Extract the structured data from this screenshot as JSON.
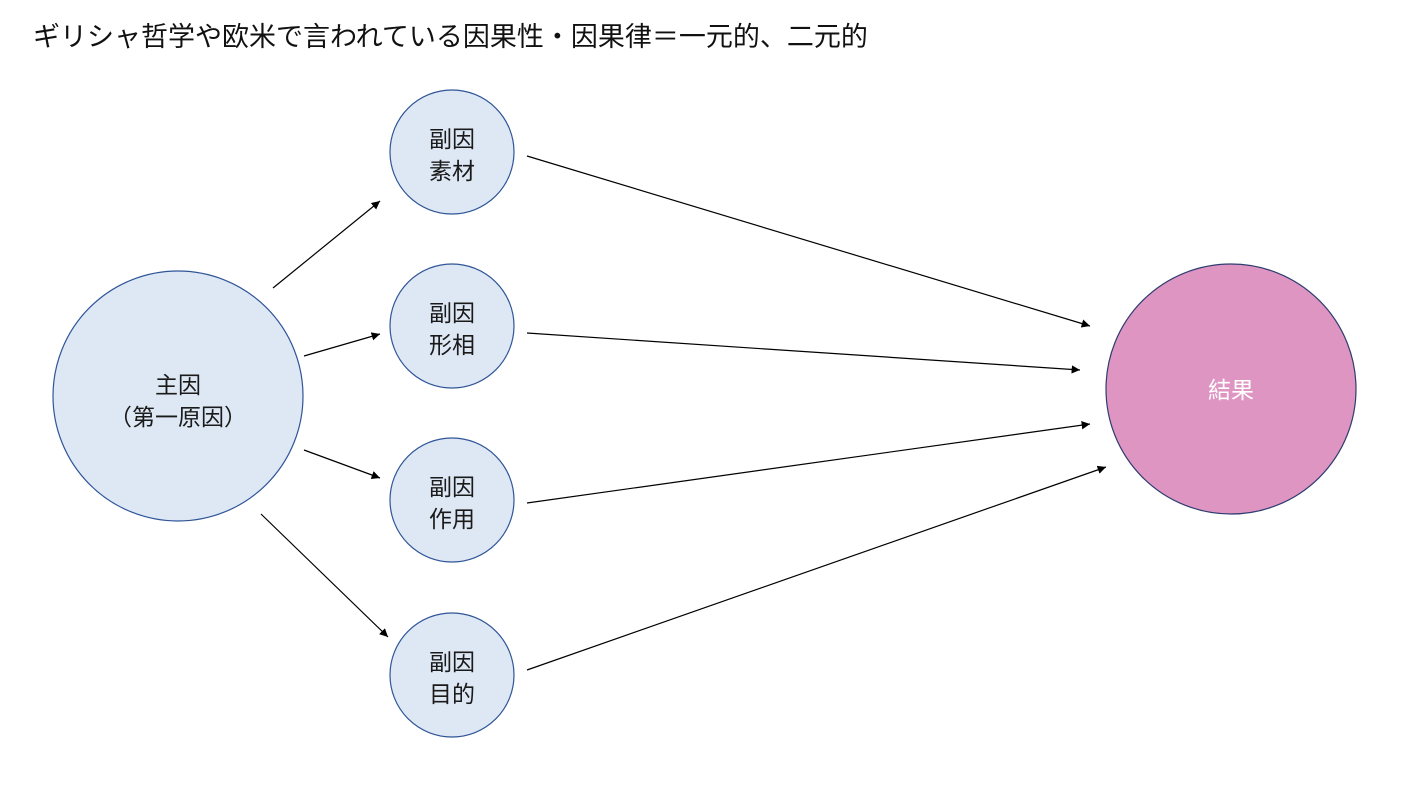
{
  "title": "ギリシャ哲学や欧米で言われている因果性・因果律＝一元的、二元的",
  "colors": {
    "node_fill": "#dee8f5",
    "node_stroke": "#2f5597",
    "result_fill": "#de95c2",
    "result_stroke": "#2f3c70",
    "arrow": "#000000"
  },
  "nodes": {
    "main_cause": {
      "line1": "主因",
      "line2": "（第一原因）"
    },
    "secondary_material": {
      "line1": "副因",
      "line2": "素材"
    },
    "secondary_form": {
      "line1": "副因",
      "line2": "形相"
    },
    "secondary_action": {
      "line1": "副因",
      "line2": "作用"
    },
    "secondary_purpose": {
      "line1": "副因",
      "line2": "目的"
    },
    "result": {
      "label": "結果"
    }
  }
}
